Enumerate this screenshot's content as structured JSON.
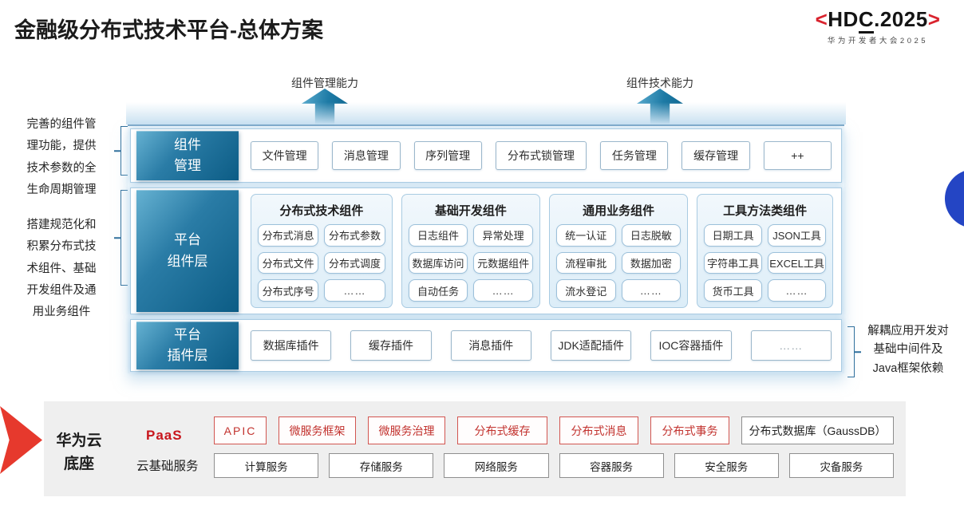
{
  "title": "金融级分布式技术平台-总体方案",
  "logo": {
    "bracket_left": "<",
    "part1": "HD",
    "part2": "C",
    "part3": ".2025",
    "bracket_right": ">",
    "subtitle": "华为开发者大会2025"
  },
  "arrows": {
    "management_capability": "组件管理能力",
    "technical_capability": "组件技术能力"
  },
  "left_notes": {
    "note1": "完善的组件管\n理功能，提供\n技术参数的全\n生命周期管理",
    "note2": "搭建规范化和\n积累分布式技\n术组件、基础\n开发组件及通\n用业务组件"
  },
  "right_note": "解耦应用开发对\n基础中间件及\nJava框架依赖",
  "rows": {
    "management": {
      "label": "组件\n管理",
      "items": [
        "文件管理",
        "消息管理",
        "序列管理",
        "分布式锁管理",
        "任务管理",
        "缓存管理",
        "++"
      ]
    },
    "components": {
      "label": "平台\n组件层",
      "groups": [
        {
          "title": "分布式技术组件",
          "items": [
            "分布式消息",
            "分布式参数",
            "分布式文件",
            "分布式调度",
            "分布式序号",
            "……"
          ]
        },
        {
          "title": "基础开发组件",
          "items": [
            "日志组件",
            "异常处理",
            "数据库访问",
            "元数据组件",
            "自动任务",
            "……"
          ]
        },
        {
          "title": "通用业务组件",
          "items": [
            "统一认证",
            "日志脱敏",
            "流程审批",
            "数据加密",
            "流水登记",
            "……"
          ]
        },
        {
          "title": "工具方法类组件",
          "items": [
            "日期工具",
            "JSON工具",
            "字符串工具",
            "EXCEL工具",
            "货币工具",
            "……"
          ]
        }
      ]
    },
    "plugins": {
      "label": "平台\n插件层",
      "items": [
        "数据库插件",
        "缓存插件",
        "消息插件",
        "JDK适配插件",
        "IOC容器插件",
        "……"
      ]
    }
  },
  "cloud": {
    "label": "华为云\n底座",
    "paas_label": "PaaS",
    "paas_items": [
      "APIC",
      "微服务框架",
      "微服务治理",
      "分布式缓存",
      "分布式消息",
      "分布式事务"
    ],
    "paas_db": "分布式数据库（GaussDB）",
    "iaas_label": "云基础服务",
    "iaas_items": [
      "计算服务",
      "存储服务",
      "网络服务",
      "容器服务",
      "安全服务",
      "灾备服务"
    ]
  },
  "colors": {
    "layer_label_blue": "#0c5c85",
    "panel_border_blue": "#abcce3",
    "arrow_teal": "#0e668f",
    "huawei_red": "#e6392d",
    "paas_red": "#c2312d",
    "circle_blue": "#2445c4",
    "cloud_panel_gray": "#efefef"
  }
}
